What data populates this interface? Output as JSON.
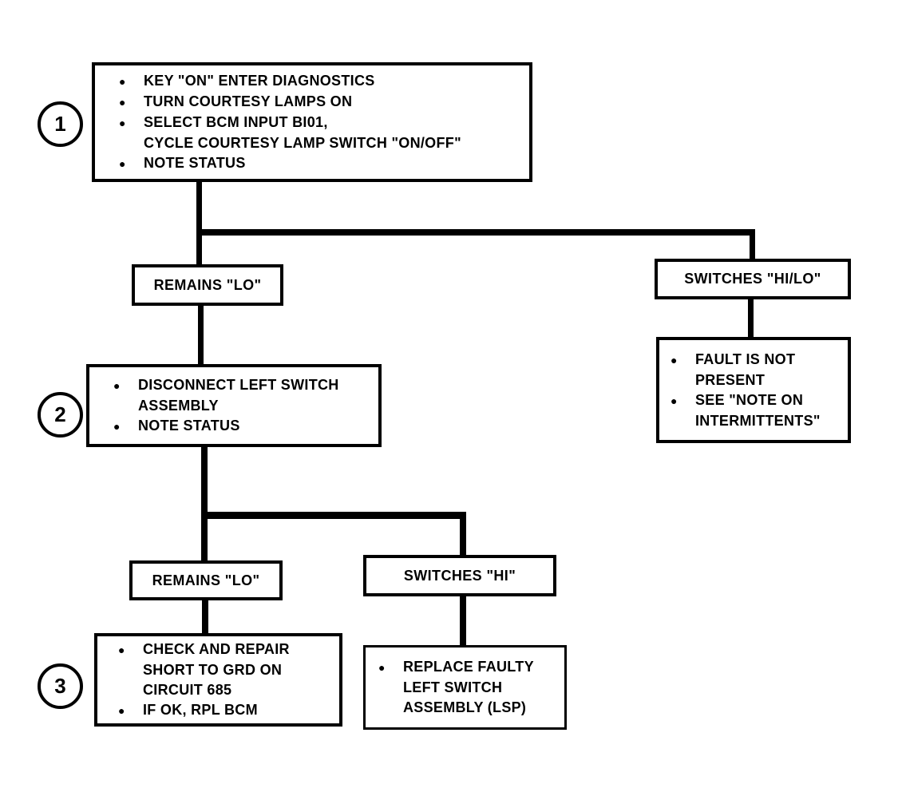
{
  "colors": {
    "ink": "#000000",
    "paper": "#ffffff"
  },
  "nodes": {
    "step1": {
      "badge": "1",
      "lines": [
        {
          "bullet": "●",
          "text": "KEY \"ON\" ENTER DIAGNOSTICS"
        },
        {
          "bullet": "●",
          "text": "TURN COURTESY LAMPS ON"
        },
        {
          "bullet": "●",
          "text": "SELECT BCM INPUT BI01,"
        },
        {
          "bullet": "",
          "text": "CYCLE COURTESY LAMP SWITCH \"ON/OFF\""
        },
        {
          "bullet": "●",
          "text": "NOTE STATUS"
        }
      ]
    },
    "decision_remains_lo_1": {
      "label": "REMAINS \"LO\""
    },
    "decision_switches_hilo": {
      "label": "SWITCHES \"HI/LO\""
    },
    "result_fault_not_present": {
      "lines": [
        {
          "bullet": "●",
          "text": "FAULT IS NOT"
        },
        {
          "bullet": "",
          "text": "PRESENT"
        },
        {
          "bullet": "●",
          "text": "SEE \"NOTE ON"
        },
        {
          "bullet": "",
          "text": "INTERMITTENTS\""
        }
      ]
    },
    "step2": {
      "badge": "2",
      "lines": [
        {
          "bullet": "●",
          "text": "DISCONNECT LEFT SWITCH"
        },
        {
          "bullet": "",
          "text": "ASSEMBLY"
        },
        {
          "bullet": "●",
          "text": "NOTE STATUS"
        }
      ]
    },
    "decision_remains_lo_2": {
      "label": "REMAINS \"LO\""
    },
    "decision_switches_hi": {
      "label": "SWITCHES \"HI\""
    },
    "step3": {
      "badge": "3",
      "lines": [
        {
          "bullet": "●",
          "text": "CHECK AND REPAIR"
        },
        {
          "bullet": "",
          "text": "SHORT TO GRD ON"
        },
        {
          "bullet": "",
          "text": "CIRCUIT 685"
        },
        {
          "bullet": "●",
          "text": "IF OK, RPL BCM"
        }
      ]
    },
    "result_replace_switch": {
      "lines": [
        {
          "bullet": "●",
          "text": "REPLACE FAULTY"
        },
        {
          "bullet": "",
          "text": "LEFT SWITCH"
        },
        {
          "bullet": "",
          "text": "ASSEMBLY (LSP)"
        }
      ]
    }
  }
}
